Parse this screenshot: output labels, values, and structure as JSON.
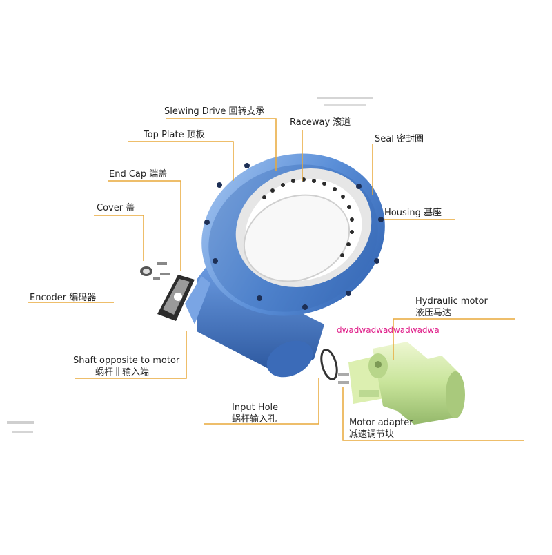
{
  "labels": {
    "slewing": "Slewing Drive  回转支承",
    "top_plate": "Top Plate  顶板",
    "end_cap": "End Cap  端盖",
    "cover": "Cover  盖",
    "encoder": "Encoder  编码器",
    "shaft_opposite_en": "Shaft opposite to motor",
    "shaft_opposite_zh": "蜗杆非输入端",
    "raceway": "Raceway  滚道",
    "seal": "Seal  密封圈",
    "housing": "Housing  基座",
    "hydraulic_en": "Hydraulic motor",
    "hydraulic_zh": "液压马达",
    "input_hole_en": "Input Hole",
    "input_hole_zh": "蜗杆输入孔",
    "motor_adapter_en": "Motor adapter",
    "motor_adapter_zh": "减速调节块"
  },
  "watermark": "dwadwadwadwadwadwa",
  "colors": {
    "leader": "#e8a93a",
    "ring_blue": "#5b8fd8",
    "motor_green": "#cfe8a0",
    "watermark": "#e0208a"
  }
}
